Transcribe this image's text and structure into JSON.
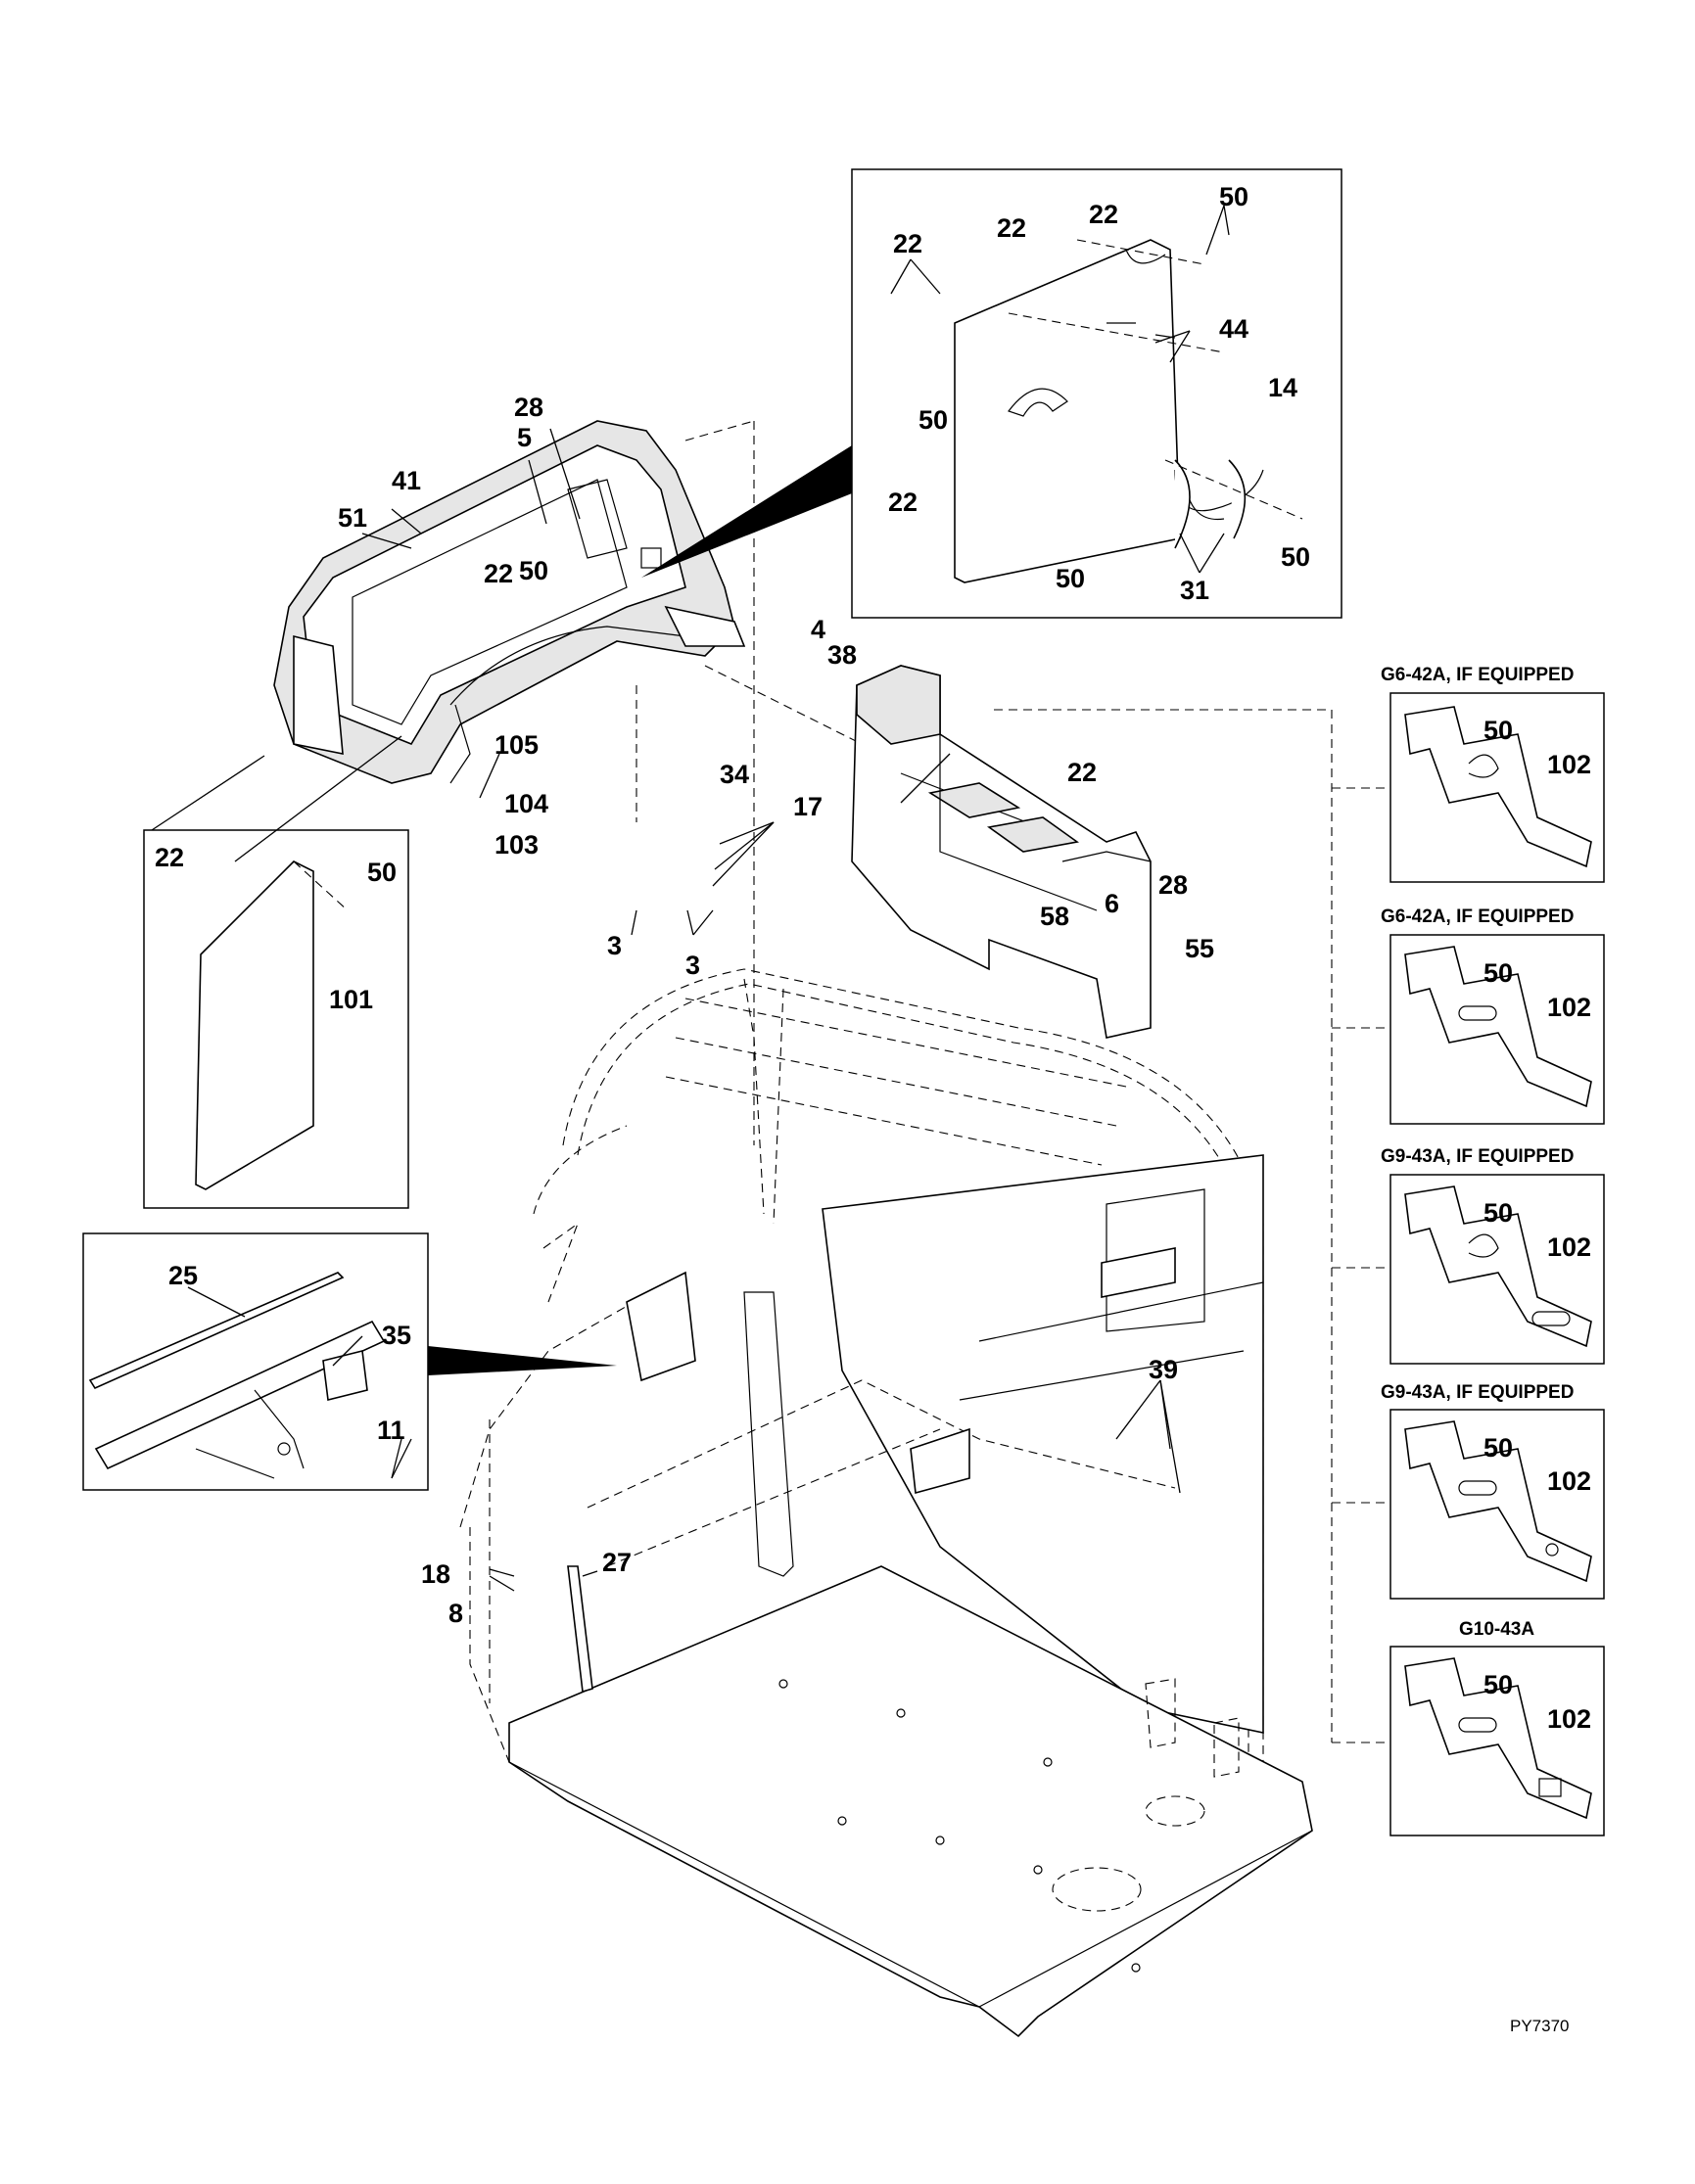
{
  "diagram": {
    "reference_code": "PY7370",
    "callouts": {
      "c28a": "28",
      "c5": "5",
      "c41": "41",
      "c51": "51",
      "c22a": "22",
      "c50a": "50",
      "c105": "105",
      "c104": "104",
      "c103": "103",
      "d22a": "22",
      "d22b": "22",
      "d50a": "50",
      "d22c": "22",
      "d44": "44",
      "d50b": "50",
      "d14": "14",
      "d22d": "22",
      "d50c": "50",
      "d31": "31",
      "d50d": "50",
      "c4": "4",
      "c38": "38",
      "c22b": "22",
      "c34": "34",
      "c17": "17",
      "c3a": "3",
      "c3b": "3",
      "c28b": "28",
      "c6": "6",
      "c58": "58",
      "c55": "55",
      "p22": "22",
      "p50": "50",
      "p101": "101",
      "s25": "25",
      "s35": "35",
      "s11": "11",
      "c39": "39",
      "c18": "18",
      "c8": "8",
      "c27": "27"
    },
    "variants": [
      {
        "caption": "G6-42A, IF EQUIPPED",
        "n50": "50",
        "n102": "102"
      },
      {
        "caption": "G6-42A, IF EQUIPPED",
        "n50": "50",
        "n102": "102"
      },
      {
        "caption": "G9-43A, IF EQUIPPED",
        "n50": "50",
        "n102": "102"
      },
      {
        "caption": "G9-43A, IF EQUIPPED",
        "n50": "50",
        "n102": "102"
      },
      {
        "caption": "G10-43A",
        "n50": "50",
        "n102": "102"
      }
    ]
  }
}
